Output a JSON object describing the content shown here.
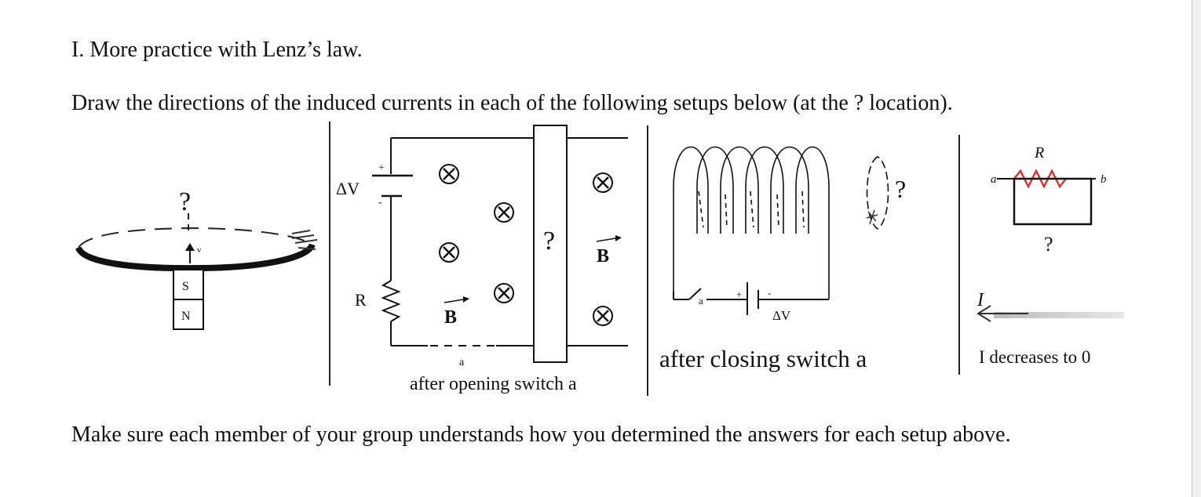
{
  "document": {
    "heading": "I.  More practice with Lenz’s law.",
    "instruction": "Draw the directions of the induced currents in each of the following setups below (at the ? location).",
    "footer": "Make sure each member of your group understands how you determined the answers for each setup above."
  },
  "setups": {
    "ring_magnet": {
      "question_mark": "?",
      "pole_top": "S",
      "pole_bottom": "N",
      "velocity_label": "v"
    },
    "rail_circuit": {
      "voltage_label": "ΔV",
      "battery_plus": "+",
      "battery_minus": "-",
      "resistor_label": "R",
      "field_label": "B",
      "field_symbol": "⊗",
      "question_mark": "?",
      "switch_label": "a",
      "caption": "after opening switch a"
    },
    "solenoid": {
      "question_mark": "?",
      "switch_label": "a",
      "battery_plus": "+",
      "battery_minus": "-",
      "voltage_label": "ΔV",
      "caption": "after closing switch a"
    },
    "resistor_loop": {
      "resistor_label": "R",
      "end_a": "a",
      "end_b": "b",
      "question_mark": "?",
      "current_label": "I",
      "caption": "I decreases to 0"
    }
  }
}
